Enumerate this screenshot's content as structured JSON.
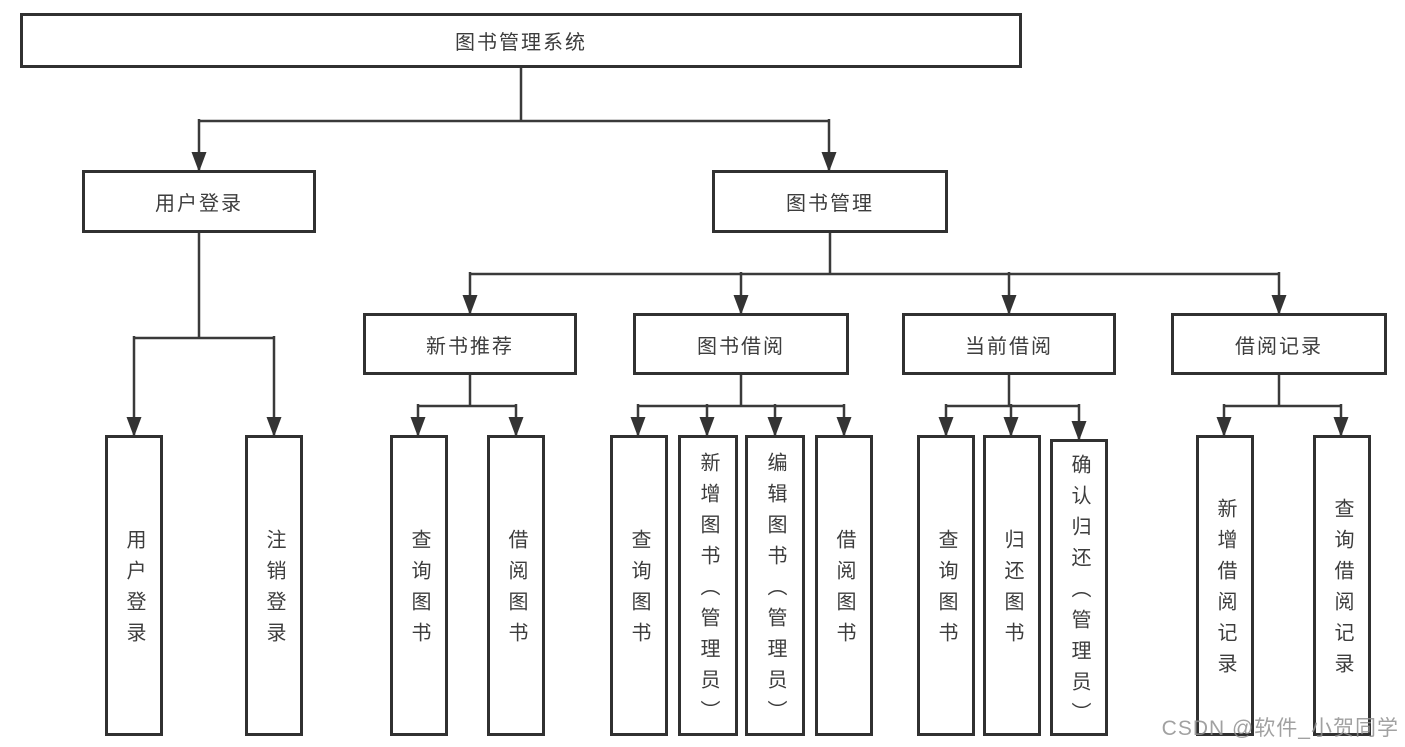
{
  "tree": {
    "label": "图书管理系统",
    "children": [
      {
        "label": "用户登录",
        "children": [
          {
            "label": "用户登录"
          },
          {
            "label": "注销登录"
          }
        ]
      },
      {
        "label": "图书管理",
        "children": [
          {
            "label": "新书推荐",
            "children": [
              {
                "label": "查询图书"
              },
              {
                "label": "借阅图书"
              }
            ]
          },
          {
            "label": "图书借阅",
            "children": [
              {
                "label": "查询图书"
              },
              {
                "label": "新增图书（管理员）"
              },
              {
                "label": "编辑图书（管理员）"
              },
              {
                "label": "借阅图书"
              }
            ]
          },
          {
            "label": "当前借阅",
            "children": [
              {
                "label": "查询图书"
              },
              {
                "label": "归还图书"
              },
              {
                "label": "确认归还（管理员）"
              }
            ]
          },
          {
            "label": "借阅记录",
            "children": [
              {
                "label": "新增借阅记录"
              },
              {
                "label": "查询借阅记录"
              }
            ]
          }
        ]
      }
    ]
  },
  "watermark": {
    "text": "CSDN @软件_小贺同学"
  },
  "colors": {
    "line": "#3a3a3a",
    "box_border": "#313131",
    "text": "#3d3d3d",
    "background": "#ffffff",
    "watermark": "#919191"
  }
}
